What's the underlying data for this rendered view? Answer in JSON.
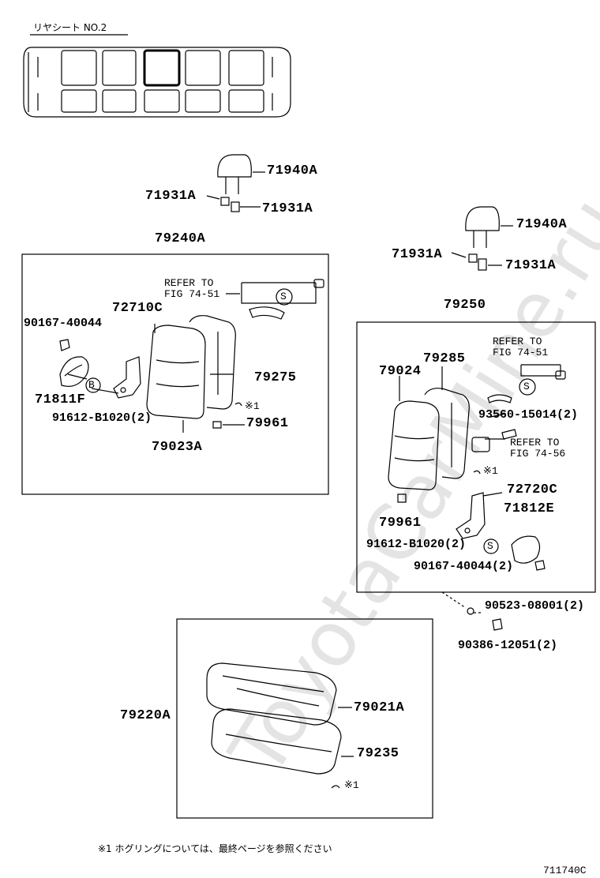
{
  "vehicle_section": {
    "title": "リヤシート NO.2"
  },
  "parts": {
    "headrest_left": "71940A",
    "support_left_a": "71931A",
    "support_left_b": "71931A",
    "seatback_assy_left": "79240A",
    "refer_left": "REFER TO\nFIG 74-51",
    "hinge_left": "72710C",
    "bolt_left": "90167-40044",
    "cover_left": "71811F",
    "screw_left": "91612-B1020(2)",
    "frame_left": "79275",
    "hog_ring_left": "※1",
    "clip_left": "79961",
    "cushion_left": "79023A",
    "headrest_right": "71940A",
    "support_right_a": "71931A",
    "support_right_b": "71931A",
    "seatback_assy_right": "79250",
    "refer_right_a": "REFER TO\nFIG 74-51",
    "frame_right": "79285",
    "cushion_right": "79024",
    "bolt_right_b": "93560-15014(2)",
    "refer_right_b": "REFER TO\nFIG 74-56",
    "hog_ring_right": "※1",
    "hinge_right": "72720C",
    "clip_right": "79961",
    "cover_right": "71812E",
    "screw_right": "91612-B1020(2)",
    "bolt_right": "90167-40044(2)",
    "washer": "90523-08001(2)",
    "cap": "90386-12051(2)",
    "seat_cushion_assy": "79220A",
    "seat_cover": "79021A",
    "seat_pad": "79235",
    "hog_ring_bottom": "※1"
  },
  "symbols": {
    "s": "S",
    "b": "B"
  },
  "footnote": "※1  ホグリングについては、最終ページを参照ください",
  "figure_code": "711740C",
  "watermark": "ToyotaCarMine.ru"
}
